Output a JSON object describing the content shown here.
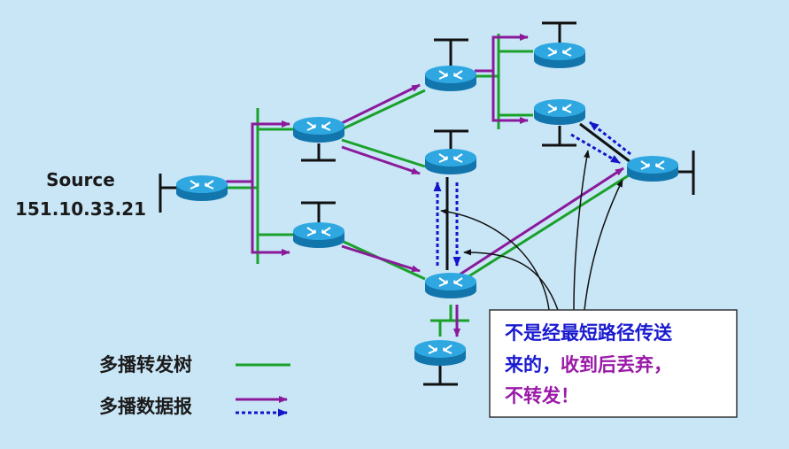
{
  "source": {
    "name": "Source",
    "ip": "151.10.33.21"
  },
  "legend": {
    "tree_label": "多播转发树",
    "datagram_label": "多播数据报"
  },
  "note": {
    "line1": "不是经最短路径传送",
    "line2_a": "来的，",
    "line2_b": "收到后丢弃，",
    "line3": "不转发！"
  },
  "colors": {
    "background": "#c9e6f7",
    "tree_green": "#1aa12a",
    "datagram_purple": "#8b1a9a",
    "discard_blue": "#1414c8",
    "note_blue": "#1a1ad0",
    "note_purple": "#9a1aa8",
    "router_body": "#1f9ad6"
  },
  "icons": {
    "router": "router-icon",
    "lan": "lan-segment"
  }
}
